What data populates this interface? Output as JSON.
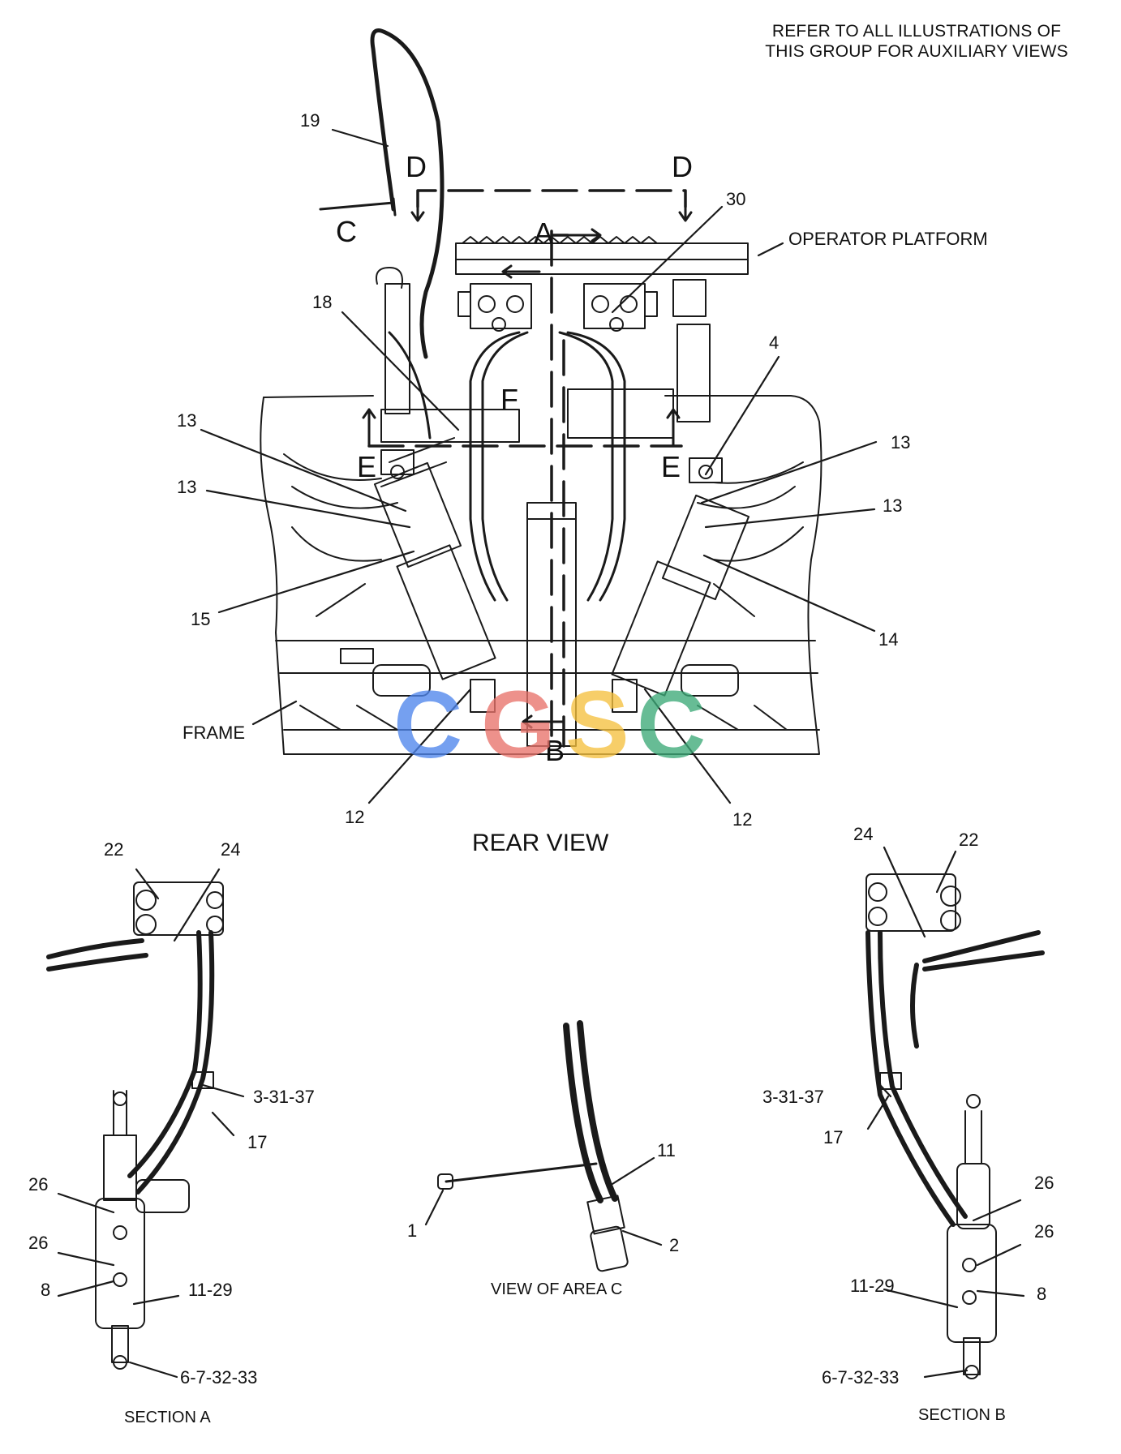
{
  "note": {
    "line1": "REFER TO ALL ILLUSTRATIONS OF",
    "line2": "THIS GROUP FOR AUXILIARY VIEWS"
  },
  "rear_view": {
    "title": "REAR VIEW",
    "operator_platform": "OPERATOR PLATFORM",
    "frame": "FRAME",
    "section_letters": {
      "a": "A",
      "b": "B",
      "c": "C",
      "d_left": "D",
      "d_right": "D",
      "e_left": "E",
      "e_right": "E",
      "f": "F"
    },
    "callouts": {
      "c19": "19",
      "c18": "18",
      "c30": "30",
      "c4": "4",
      "c13_l1": "13",
      "c13_l2": "13",
      "c13_r1": "13",
      "c13_r2": "13",
      "c15": "15",
      "c14": "14",
      "c12_l": "12",
      "c12_r": "12"
    }
  },
  "section_a": {
    "caption": "SECTION A",
    "callouts": {
      "c22": "22",
      "c24": "24",
      "c3_31_37": "3-31-37",
      "c17": "17",
      "c26_1": "26",
      "c26_2": "26",
      "c8": "8",
      "c11_29": "11-29",
      "c6_7_32_33": "6-7-32-33"
    }
  },
  "section_b": {
    "caption": "SECTION B",
    "callouts": {
      "c24": "24",
      "c22": "22",
      "c3_31_37": "3-31-37",
      "c17": "17",
      "c26_1": "26",
      "c26_2": "26",
      "c11_29": "11-29",
      "c8": "8",
      "c6_7_32_33": "6-7-32-33"
    }
  },
  "view_c": {
    "caption": "VIEW OF AREA C",
    "callouts": {
      "c11": "11",
      "c1": "1",
      "c2": "2"
    }
  },
  "watermark": {
    "letters": [
      "C",
      "G",
      "S",
      "C"
    ],
    "colors": [
      "#4f86ec",
      "#e8736b",
      "#f5c13f",
      "#3daa78"
    ]
  }
}
